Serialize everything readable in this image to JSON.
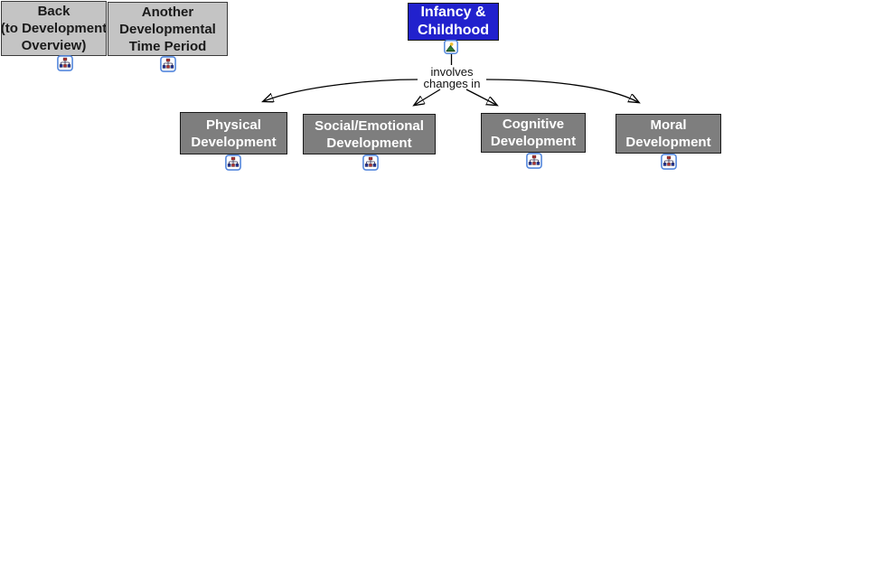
{
  "map": {
    "type": "concept-map",
    "topic": "Infancy & Childhood"
  },
  "colors": {
    "canvas_bg": "#ffffff",
    "light_gray": "#c4c4c4",
    "dark_gray": "#7e7e7e",
    "blue": "#2121cd",
    "text_dark": "#1a1a1a",
    "text_light": "#ffffff",
    "connector": "#000000",
    "icon_border": "#5588dd"
  },
  "nodes": {
    "back": {
      "label": "Back\n(to Development\nOverview)",
      "icon": "concept-map-link-icon"
    },
    "another": {
      "label": "Another\nDevelopmental\nTime Period",
      "icon": "concept-map-link-icon"
    },
    "infancy": {
      "label": "Infancy &\nChildhood",
      "icon": "image-resource-icon"
    },
    "physical": {
      "label": "Physical\nDevelopment",
      "icon": "concept-map-link-icon"
    },
    "social": {
      "label": "Social/Emotional\nDevelopment",
      "icon": "concept-map-link-icon"
    },
    "cognitive": {
      "label": "Cognitive\nDevelopment",
      "icon": "concept-map-link-icon"
    },
    "moral": {
      "label": "Moral\nDevelopment",
      "icon": "concept-map-link-icon"
    }
  },
  "linking_phrase": {
    "text": "involves\nchanges in"
  },
  "connections": {
    "from": "Infancy & Childhood",
    "phrase": "involves changes in",
    "to": [
      "Physical Development",
      "Social/Emotional Development",
      "Cognitive Development",
      "Moral Development"
    ]
  }
}
